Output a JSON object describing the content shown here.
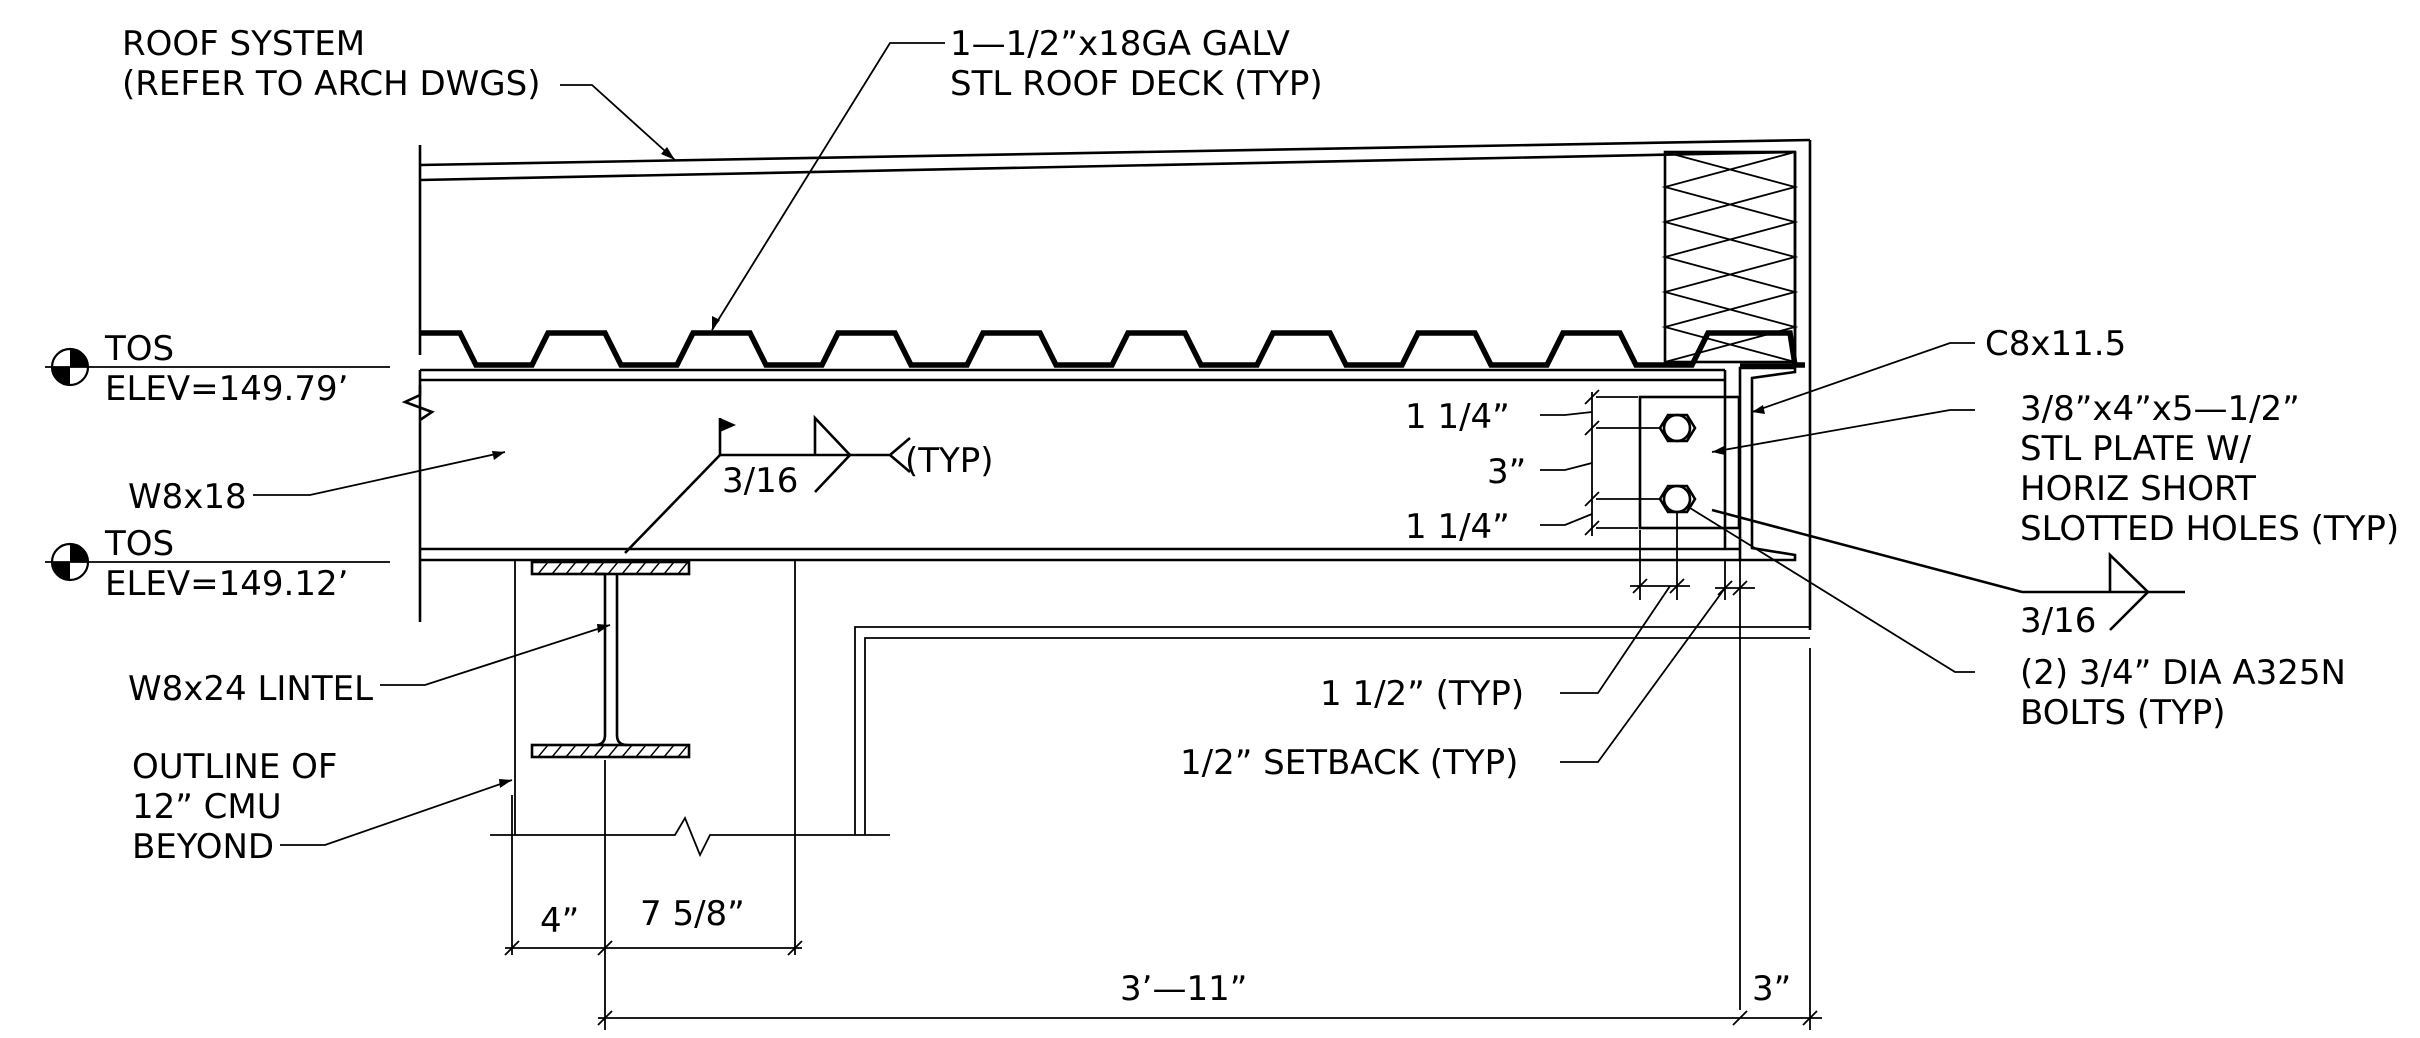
{
  "notes": {
    "roof_system_1": "ROOF SYSTEM",
    "roof_system_2": "(REFER TO ARCH DWGS)",
    "roof_deck_1": "1—1/2”x18GA GALV",
    "roof_deck_2": "STL ROOF DECK (TYP)",
    "w8x18": "W8x18",
    "w8x24": "W8x24 LINTEL",
    "cmu_1": "OUTLINE OF",
    "cmu_2": "12” CMU",
    "cmu_3": "BEYOND",
    "c8": "C8x11.5",
    "plate_1": "3/8”x4”x5—1/2”",
    "plate_2": "STL PLATE W/",
    "plate_3": "HORIZ SHORT",
    "plate_4": "SLOTTED HOLES (TYP)",
    "bolts_1": "(2) 3/4” DIA A325N",
    "bolts_2": "BOLTS (TYP)",
    "edge_dist": "1 1/2” (TYP)",
    "setback": "1/2” SETBACK (TYP)"
  },
  "elevations": {
    "top": {
      "label": "TOS",
      "value": "ELEV=149.79’"
    },
    "bottom": {
      "label": "TOS",
      "value": "ELEV=149.12’"
    }
  },
  "welds": {
    "main_size": "3/16",
    "main_note": "(TYP)",
    "plate_size": "3/16"
  },
  "dimensions": {
    "bolt_edge_top": "1 1/4”",
    "bolt_spacing": "3”",
    "bolt_edge_bottom": "1 1/4”",
    "cmu_offset": "4”",
    "cmu_half": "7 5/8”",
    "overall": "3’—11”",
    "end": "3”"
  }
}
